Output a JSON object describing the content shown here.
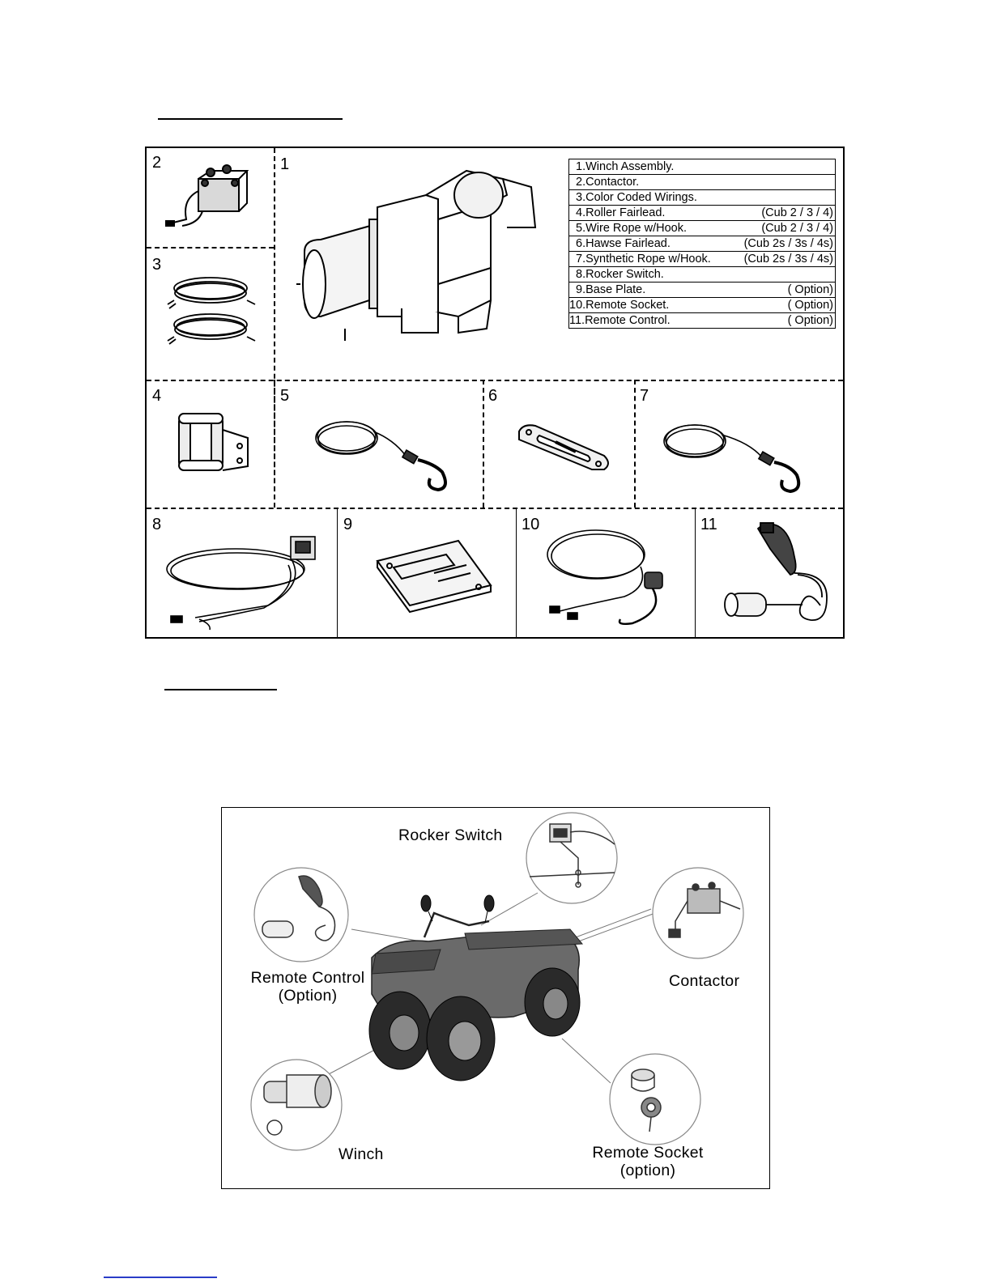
{
  "parts_list": [
    {
      "name": "1.Winch Assembly.",
      "note": ""
    },
    {
      "name": "2.Contactor.",
      "note": ""
    },
    {
      "name": "3.Color Coded Wirings.",
      "note": ""
    },
    {
      "name": "4.Roller Fairlead.",
      "note": "(Cub 2 / 3 / 4)"
    },
    {
      "name": "5.Wire Rope w/Hook.",
      "note": "(Cub 2 / 3 / 4)"
    },
    {
      "name": "6.Hawse Fairlead.",
      "note": "(Cub 2s / 3s / 4s)"
    },
    {
      "name": "7.Synthetic Rope w/Hook.",
      "note": "(Cub 2s / 3s / 4s)"
    },
    {
      "name": "8.Rocker Switch.",
      "note": ""
    },
    {
      "name": "9.Base Plate.",
      "note": "( Option)"
    },
    {
      "name": "10.Remote Socket.",
      "note": "( Option)"
    },
    {
      "name": "11.Remote Control.",
      "note": "( Option)"
    }
  ],
  "cell_numbers": [
    "1",
    "2",
    "3",
    "4",
    "5",
    "6",
    "7",
    "8",
    "9",
    "10",
    "11"
  ],
  "installation_callouts": {
    "rocker_switch": "Rocker Switch",
    "remote_control": "Remote Control",
    "remote_control_note": "(Option)",
    "contactor": "Contactor",
    "winch": "Winch",
    "remote_socket": "Remote Socket",
    "remote_socket_note": "(option)"
  }
}
